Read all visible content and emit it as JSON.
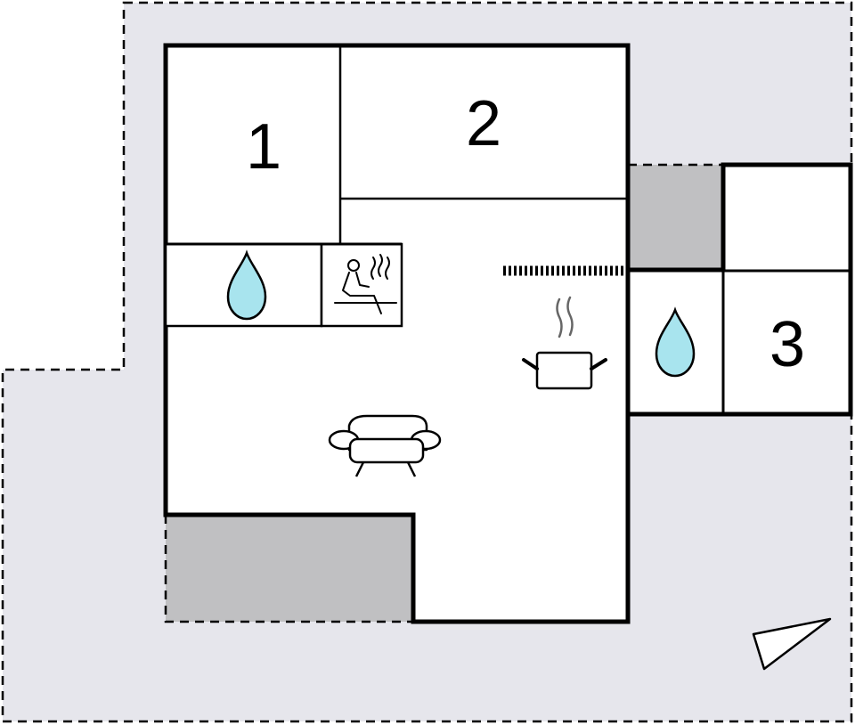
{
  "floorplan": {
    "rooms": [
      {
        "id": "bedroom-1",
        "label": "1"
      },
      {
        "id": "bedroom-2",
        "label": "2"
      },
      {
        "id": "bedroom-3",
        "label": "3"
      }
    ],
    "icons": {
      "bathroom_main": "water-drop-icon",
      "sauna": "sauna-icon",
      "kitchen": "cooking-pot-icon",
      "living_room": "sofa-icon",
      "bathroom_annex": "water-drop-icon",
      "orientation": "north-arrow-icon"
    },
    "colors": {
      "terrace": "#e6e6ec",
      "covered_area": "#c0c0c2",
      "wall": "#000000",
      "water": "#a8e4ee"
    }
  }
}
